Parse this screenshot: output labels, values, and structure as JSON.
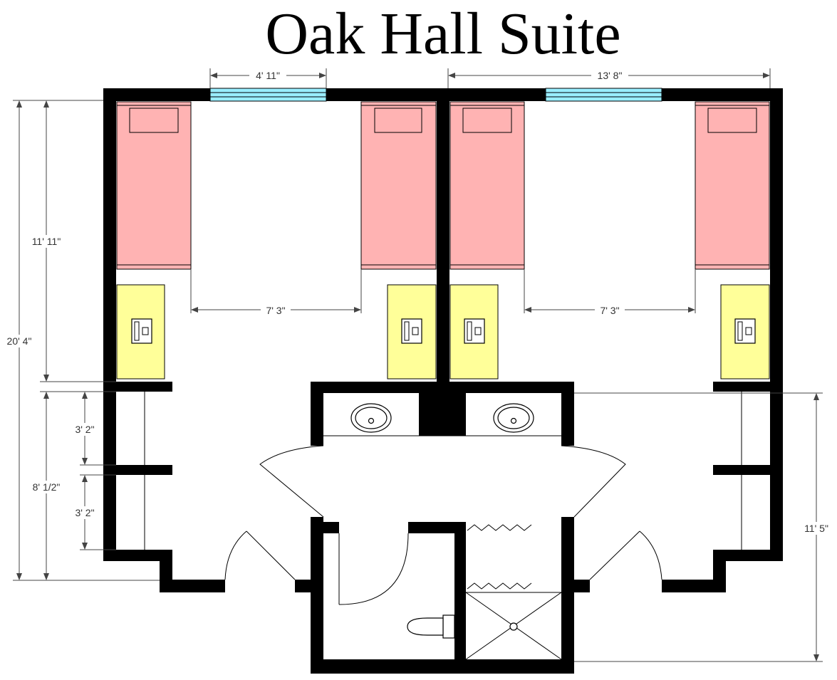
{
  "title": "Oak Hall Suite",
  "dimensions": {
    "left_window_width": "4' 11\"",
    "right_room_width": "13' 8\"",
    "bedroom_depth": "11' 11\"",
    "total_depth": "20' 4\"",
    "closet_depth_upper": "3' 2\"",
    "closet_depth_lower": "3' 2\"",
    "closet_total": "8' 1/2\"",
    "bath_depth": "11' 5\"",
    "bed_gap_left": "7' 3\"",
    "bed_gap_right": "7' 3\""
  },
  "colors": {
    "bed": "#ffb3b3",
    "desk": "#ffff99",
    "window": "#99eeff",
    "wall": "#000000"
  }
}
